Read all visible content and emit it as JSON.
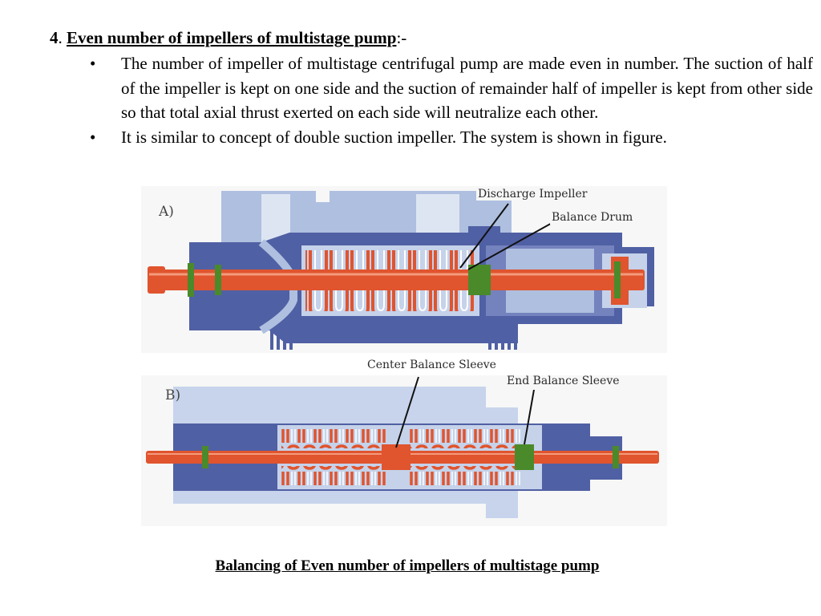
{
  "heading": {
    "number": "4",
    "separator": ". ",
    "title": "Even number of impellers of multistage pump",
    "suffix": ":-"
  },
  "bullets": [
    {
      "marker": "•",
      "text": "The number of impeller of multistage centrifugal pump are made even in number. The suction of half of the impeller is kept on one side and the suction of remainder half of impeller is kept from other side so that total axial thrust exerted on each side will neutralize each other."
    },
    {
      "marker": "•",
      "text": "It is similar to concept of double suction impeller. The system is shown in figure."
    }
  ],
  "figure": {
    "panel_a": "A)",
    "panel_b": "B)",
    "labels": {
      "discharge_impeller": "Discharge Impeller",
      "balance_drum": "Balance Drum",
      "center_balance_sleeve": "Center Balance Sleeve",
      "end_balance_sleeve": "End Balance Sleeve"
    }
  },
  "caption": "Balancing of Even number of impellers of multistage pump",
  "colors": {
    "casing": "#5060a4",
    "casing_light": "#aebfe0",
    "shaft": "#e0542e",
    "seal": "#4a8a2a"
  }
}
